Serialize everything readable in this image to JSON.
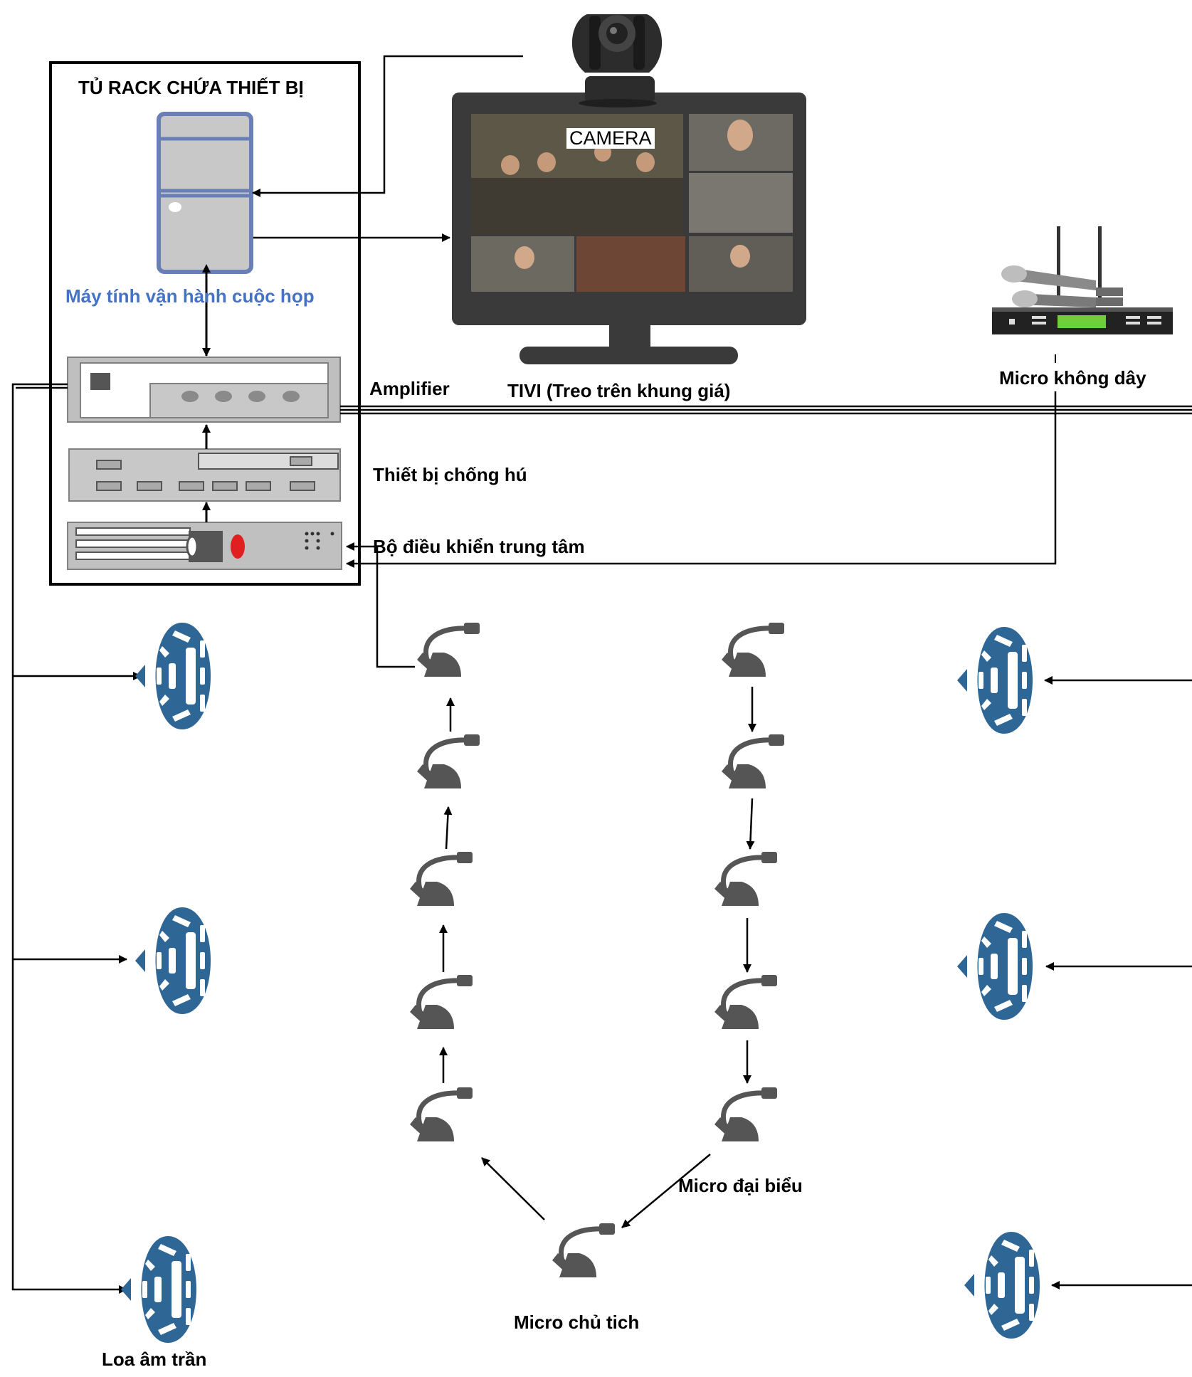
{
  "labels": {
    "rack_title": "TỦ RACK CHỨA THIẾT BỊ",
    "computer": "Máy tính vận hành cuộc họp",
    "amplifier": "Amplifier",
    "tv": "TIVI (Treo trên khung giá)",
    "camera": "CAMERA",
    "wireless_mic": "Micro không dây",
    "anti_feedback": "Thiết bị chống hú",
    "central_controller": "Bộ điều khiển trung tâm",
    "delegate_mic": "Micro đại biểu",
    "chairman_mic": "Micro chủ tich",
    "ceiling_speaker": "Loa âm trần"
  },
  "colors": {
    "line": "#000000",
    "computer_accent": "#6a7fb6",
    "computer_fill": "#c8c8c8",
    "speaker": "#2e6696",
    "mic": "#555555",
    "device_grey": "#c0c0c0",
    "tv_frame": "#3a3a3a",
    "label_blue": "#4472c4"
  },
  "icons": {
    "speaker": "ceiling-speaker-icon",
    "mic": "gooseneck-microphone-icon",
    "camera": "ptz-camera-icon",
    "wireless": "wireless-microphone-receiver-icon"
  }
}
